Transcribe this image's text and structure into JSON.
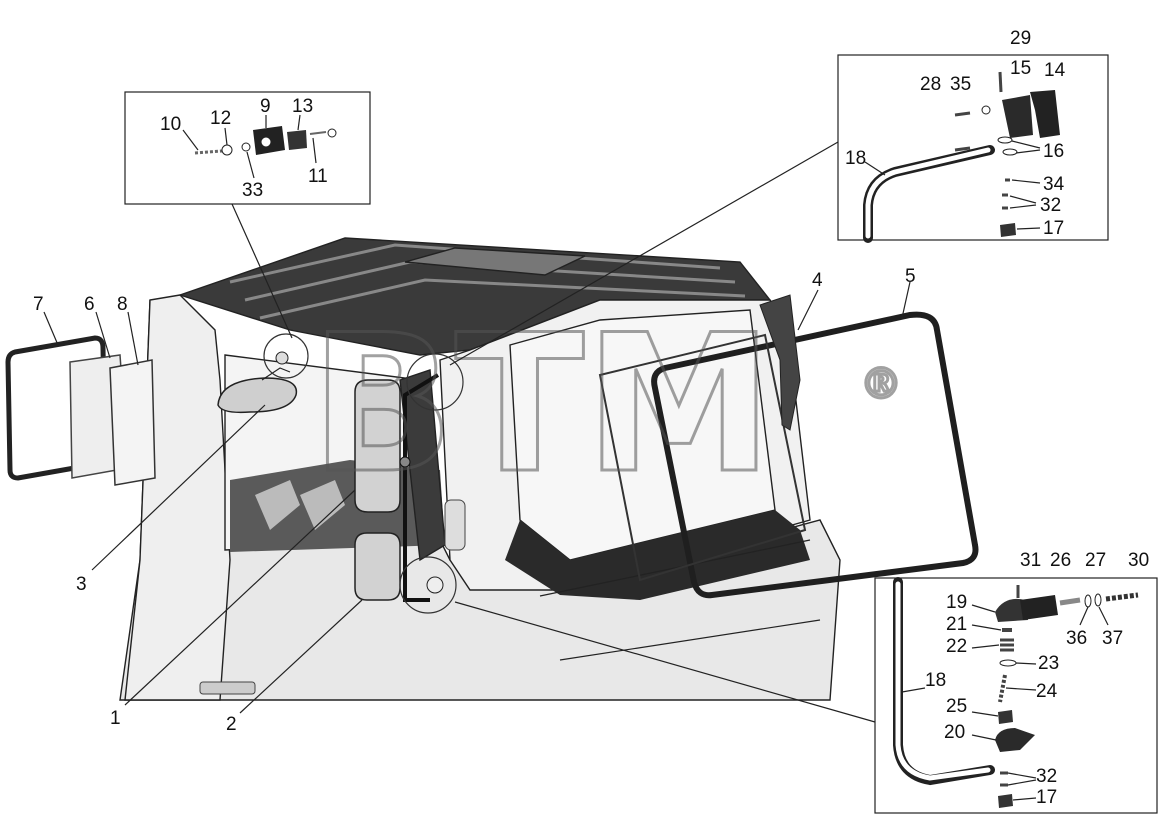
{
  "watermark": {
    "text": "ВТМ",
    "registered": "®"
  },
  "labels": {
    "l1": "1",
    "l2": "2",
    "l3": "3",
    "l4": "4",
    "l5": "5",
    "l6": "6",
    "l7": "7",
    "l8": "8",
    "l9": "9",
    "l10": "10",
    "l11": "11",
    "l12": "12",
    "l13": "13",
    "l14": "14",
    "l15": "15",
    "l16": "16",
    "l17a": "17",
    "l17b": "17",
    "l18a": "18",
    "l18b": "18",
    "l19": "19",
    "l20": "20",
    "l21": "21",
    "l22": "22",
    "l23": "23",
    "l24": "24",
    "l25": "25",
    "l26": "26",
    "l27": "27",
    "l28": "28",
    "l29": "29",
    "l30": "30",
    "l31": "31",
    "l32a": "32",
    "l32b": "32",
    "l33": "33",
    "l34": "34",
    "l35": "35",
    "l36": "36",
    "l37": "37"
  }
}
